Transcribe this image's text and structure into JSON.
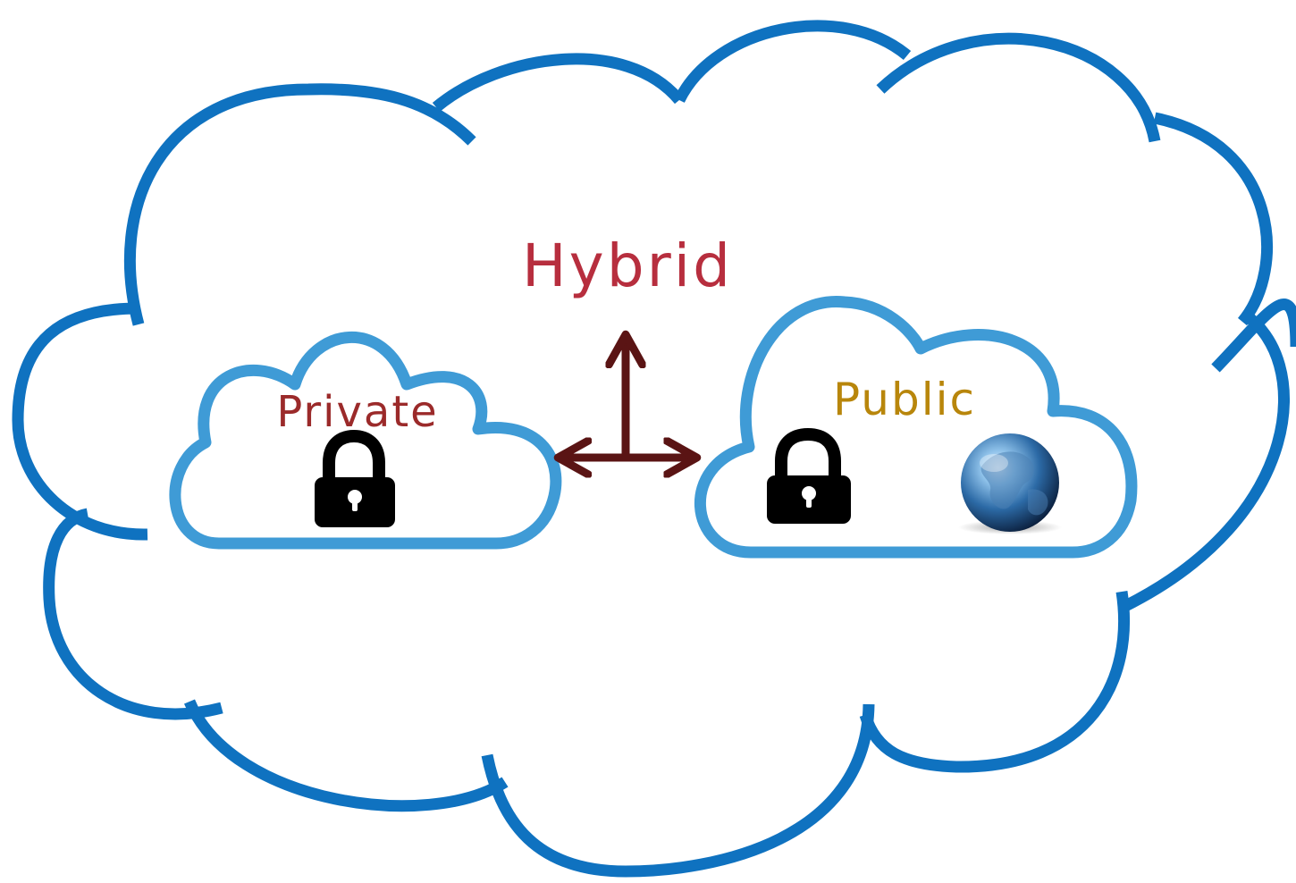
{
  "labels": {
    "hybrid": "Hybrid",
    "private": "Private",
    "public": "Public"
  },
  "colors": {
    "outer_cloud": "#0f72c0",
    "inner_cloud": "#3f9bd6",
    "hybrid_text": "#b72e3e",
    "private_text": "#9b2a2a",
    "public_text": "#b8860b",
    "arrows": "#5a1414",
    "lock": "#000000"
  },
  "icons": {
    "private_cloud": [
      "lock-icon"
    ],
    "public_cloud": [
      "lock-icon",
      "globe-icon"
    ]
  }
}
